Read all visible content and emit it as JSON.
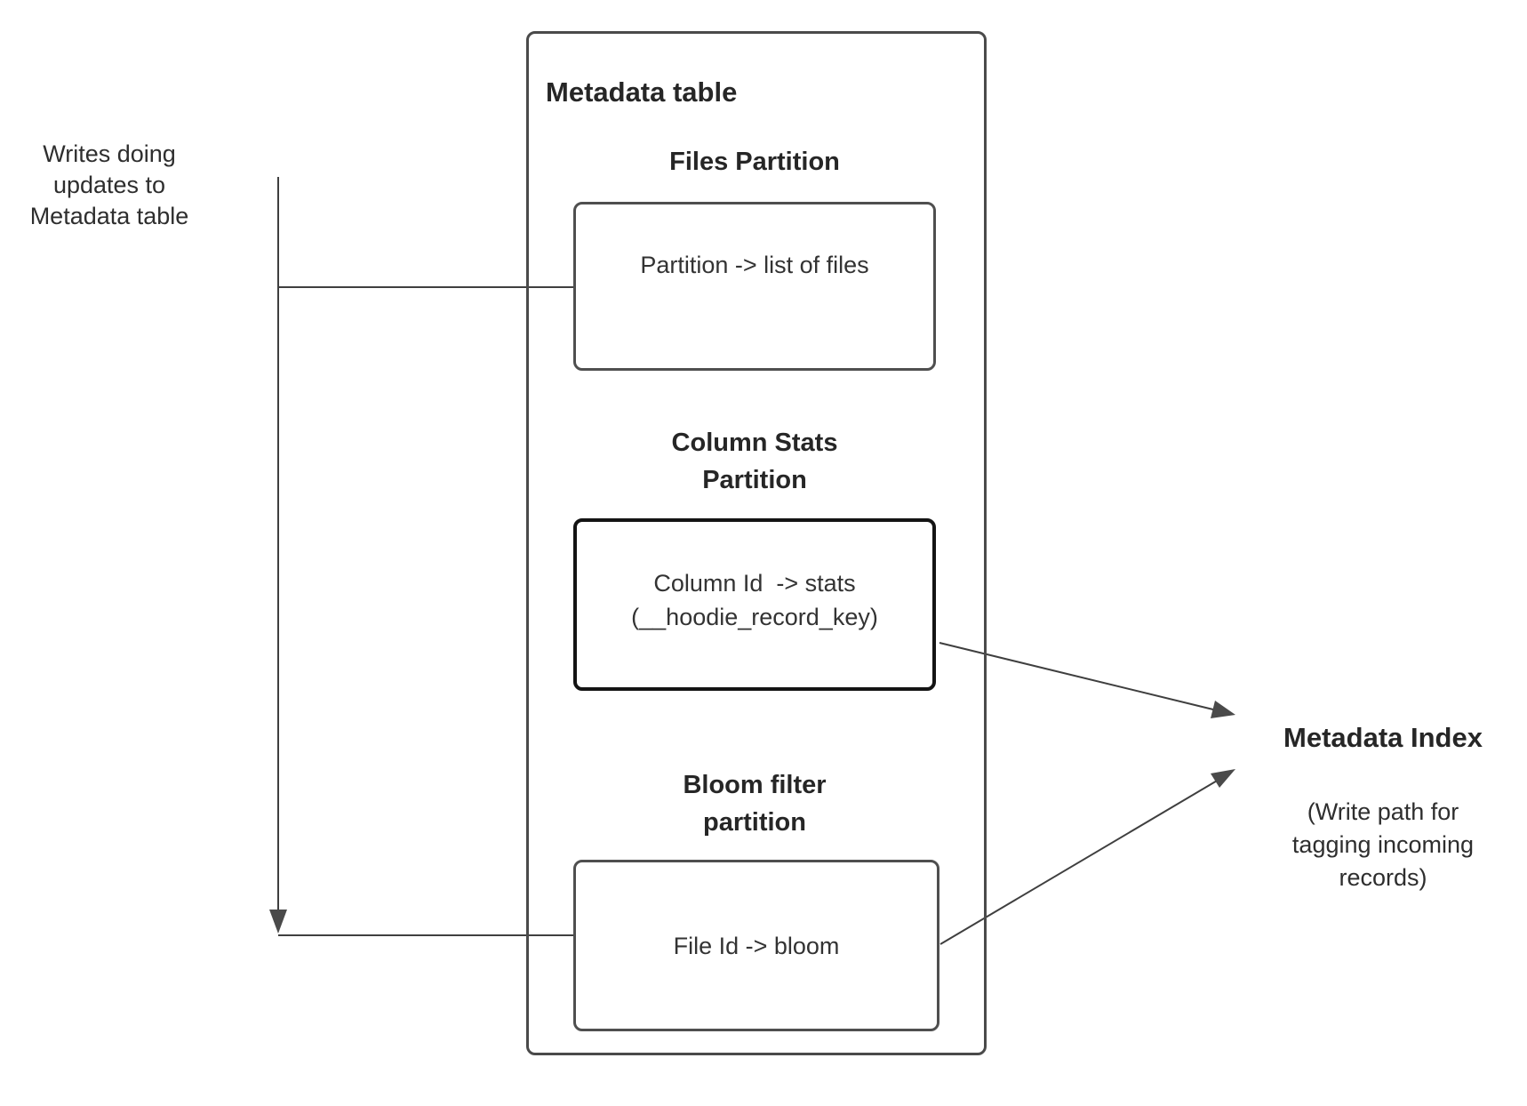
{
  "diagram": {
    "left_note": "Writes doing\nupdates to\nMetadata table",
    "metadata_table": {
      "title": "Metadata table",
      "partitions": [
        {
          "heading": "Files Partition",
          "label": "Partition -> list of files"
        },
        {
          "heading": "Column Stats\nPartition",
          "label": "Column Id  -> stats\n(__hoodie_record_key)"
        },
        {
          "heading": "Bloom filter\npartition",
          "label": "File Id -> bloom"
        }
      ]
    },
    "metadata_index": {
      "title": "Metadata Index",
      "subtitle": "(Write path for\ntagging incoming\nrecords)"
    },
    "colors": {
      "connector_line": "#3f3f3f",
      "arrowhead": "#4a4a4a",
      "box_border": "#4f4f4f",
      "emphasis_box_border": "#141414",
      "outer_border": "#4a4a4a",
      "text": "#2b2b2b",
      "background": "#ffffff"
    }
  }
}
